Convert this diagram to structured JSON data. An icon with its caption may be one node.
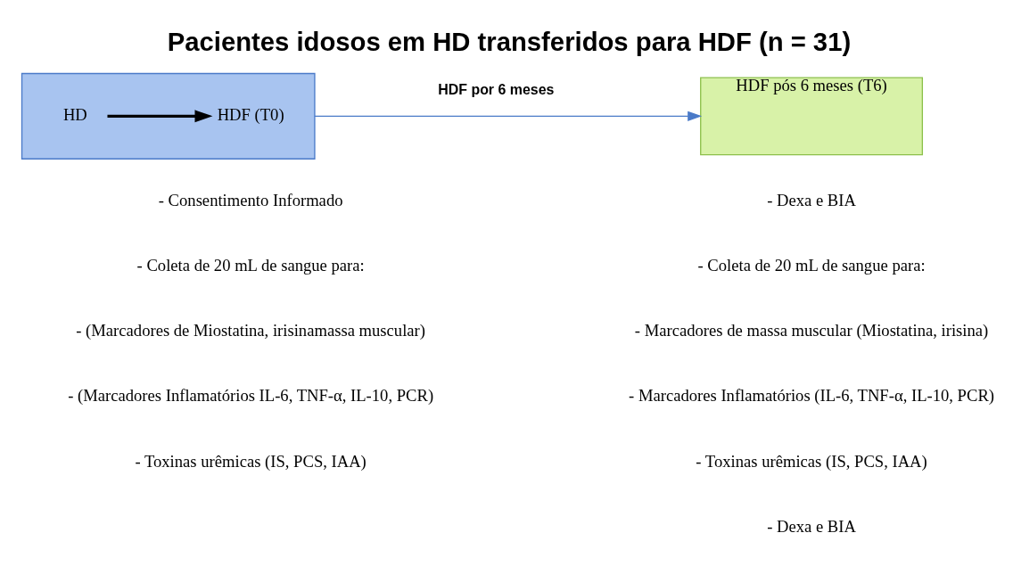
{
  "diagram": {
    "title": "Pacientes idosos em HD transferidos para HDF (n = 31)",
    "nodes": [
      {
        "text": [],
        "shape": "box"
      },
      {
        "text": [
          "HD"
        ],
        "in": 0
      },
      {
        "text": [
          "HDF (T0)"
        ],
        "in": 0
      },
      {
        "text": [
          "HDF pós 6 meses (T6)"
        ]
      }
    ],
    "edges": [
      {
        "from": 1,
        "to": 2,
        "arrow": "to",
        "style": "thick",
        "color": "#000000"
      },
      {
        "from": 0,
        "to": 3,
        "arrow": "to",
        "label": "HDF por 6 meses",
        "color": "#4a7ac8"
      }
    ],
    "labels": [
      "- Dexa e BIA",
      "- Consentimento Informado",
      "- Coleta de 20 mL de sangue para:",
      "- (Marcadores de Miostatina, irisinamassa muscular)",
      "- Coleta de 20 mL de sangue para:",
      "- Marcadores de massa muscular (Miostatina, irisina)",
      "- Marcadores Inflamatórios (IL-6, TNF-α, IL-10, PCR)",
      "- (Marcadores Inflamatórios IL-6, TNF-α, IL-10, PCR)",
      "- Toxinas urêmicas (IS, PCS, IAA)",
      "- Dexa e BIA",
      "- Toxinas urêmicas (IS, PCS, IAA)"
    ]
  }
}
